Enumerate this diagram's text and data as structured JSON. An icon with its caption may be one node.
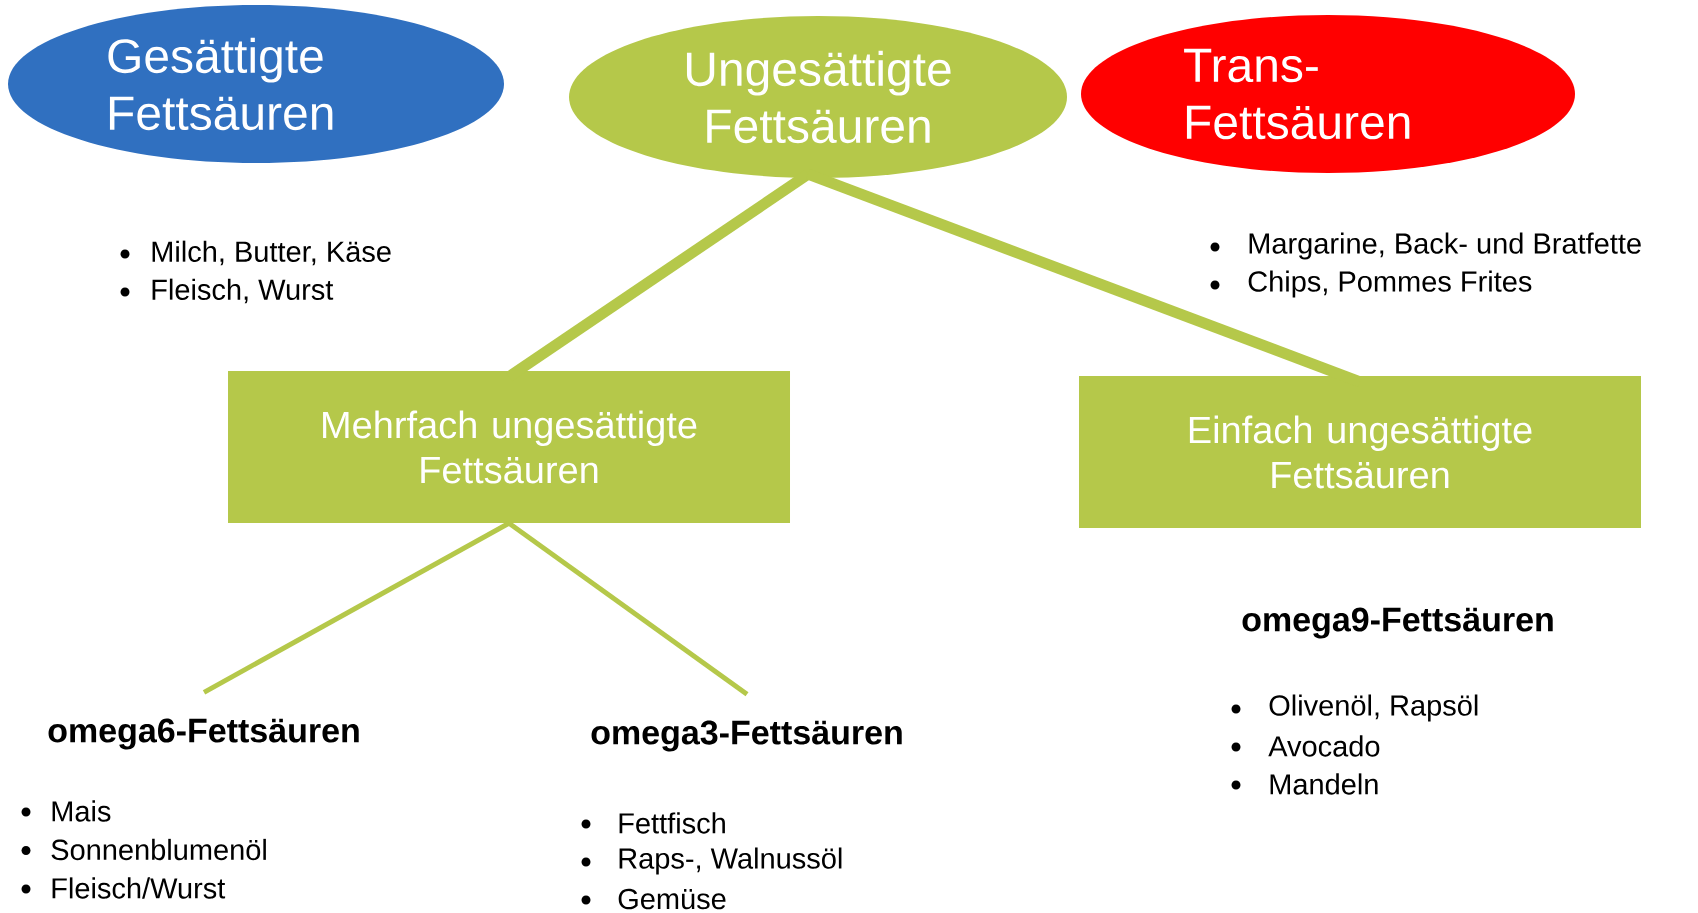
{
  "diagram": {
    "nodes": [
      {
        "text": [
          "Gesättigte Fettsäuren"
        ],
        "beside": [
          "Milch, Butter, Käse",
          "Fleisch, Wurst"
        ]
      },
      {
        "text": [
          "Ungesättigte Fettsäuren"
        ]
      },
      {
        "text": [
          "Trans- Fettsäuren"
        ],
        "beside": [
          "Margarine, Back- und Bratfette",
          "Chips, Pommes Frites"
        ]
      },
      {
        "text": [
          "Mehrfach ungesättigte Fettsäuren"
        ]
      },
      {
        "text": [
          "Einfach ungesättigte Fettsäuren"
        ]
      },
      {
        "text": [
          "omega6-Fettsäuren"
        ],
        "beside": [
          "Mais",
          "Sonnenblumenöl",
          "Fleisch/Wurst"
        ]
      },
      {
        "text": [
          "omega3-Fettsäuren"
        ],
        "beside": [
          "Fettfisch",
          "Raps-, Walnussöl",
          "Gemüse"
        ]
      }
    ],
    "edges": [
      {
        "from": 1,
        "to": 3,
        "arrow": "none",
        "style": "thick"
      },
      {
        "from": 1,
        "to": 4,
        "arrow": "none",
        "style": "thick"
      },
      {
        "from": 3,
        "to": 5,
        "arrow": "none"
      },
      {
        "from": 3,
        "to": 6,
        "arrow": "none"
      }
    ],
    "labels": [
      "omega9-Fettsäuren",
      "Olivenöl, Rapsöl",
      "Avocado",
      "Mandeln"
    ]
  }
}
